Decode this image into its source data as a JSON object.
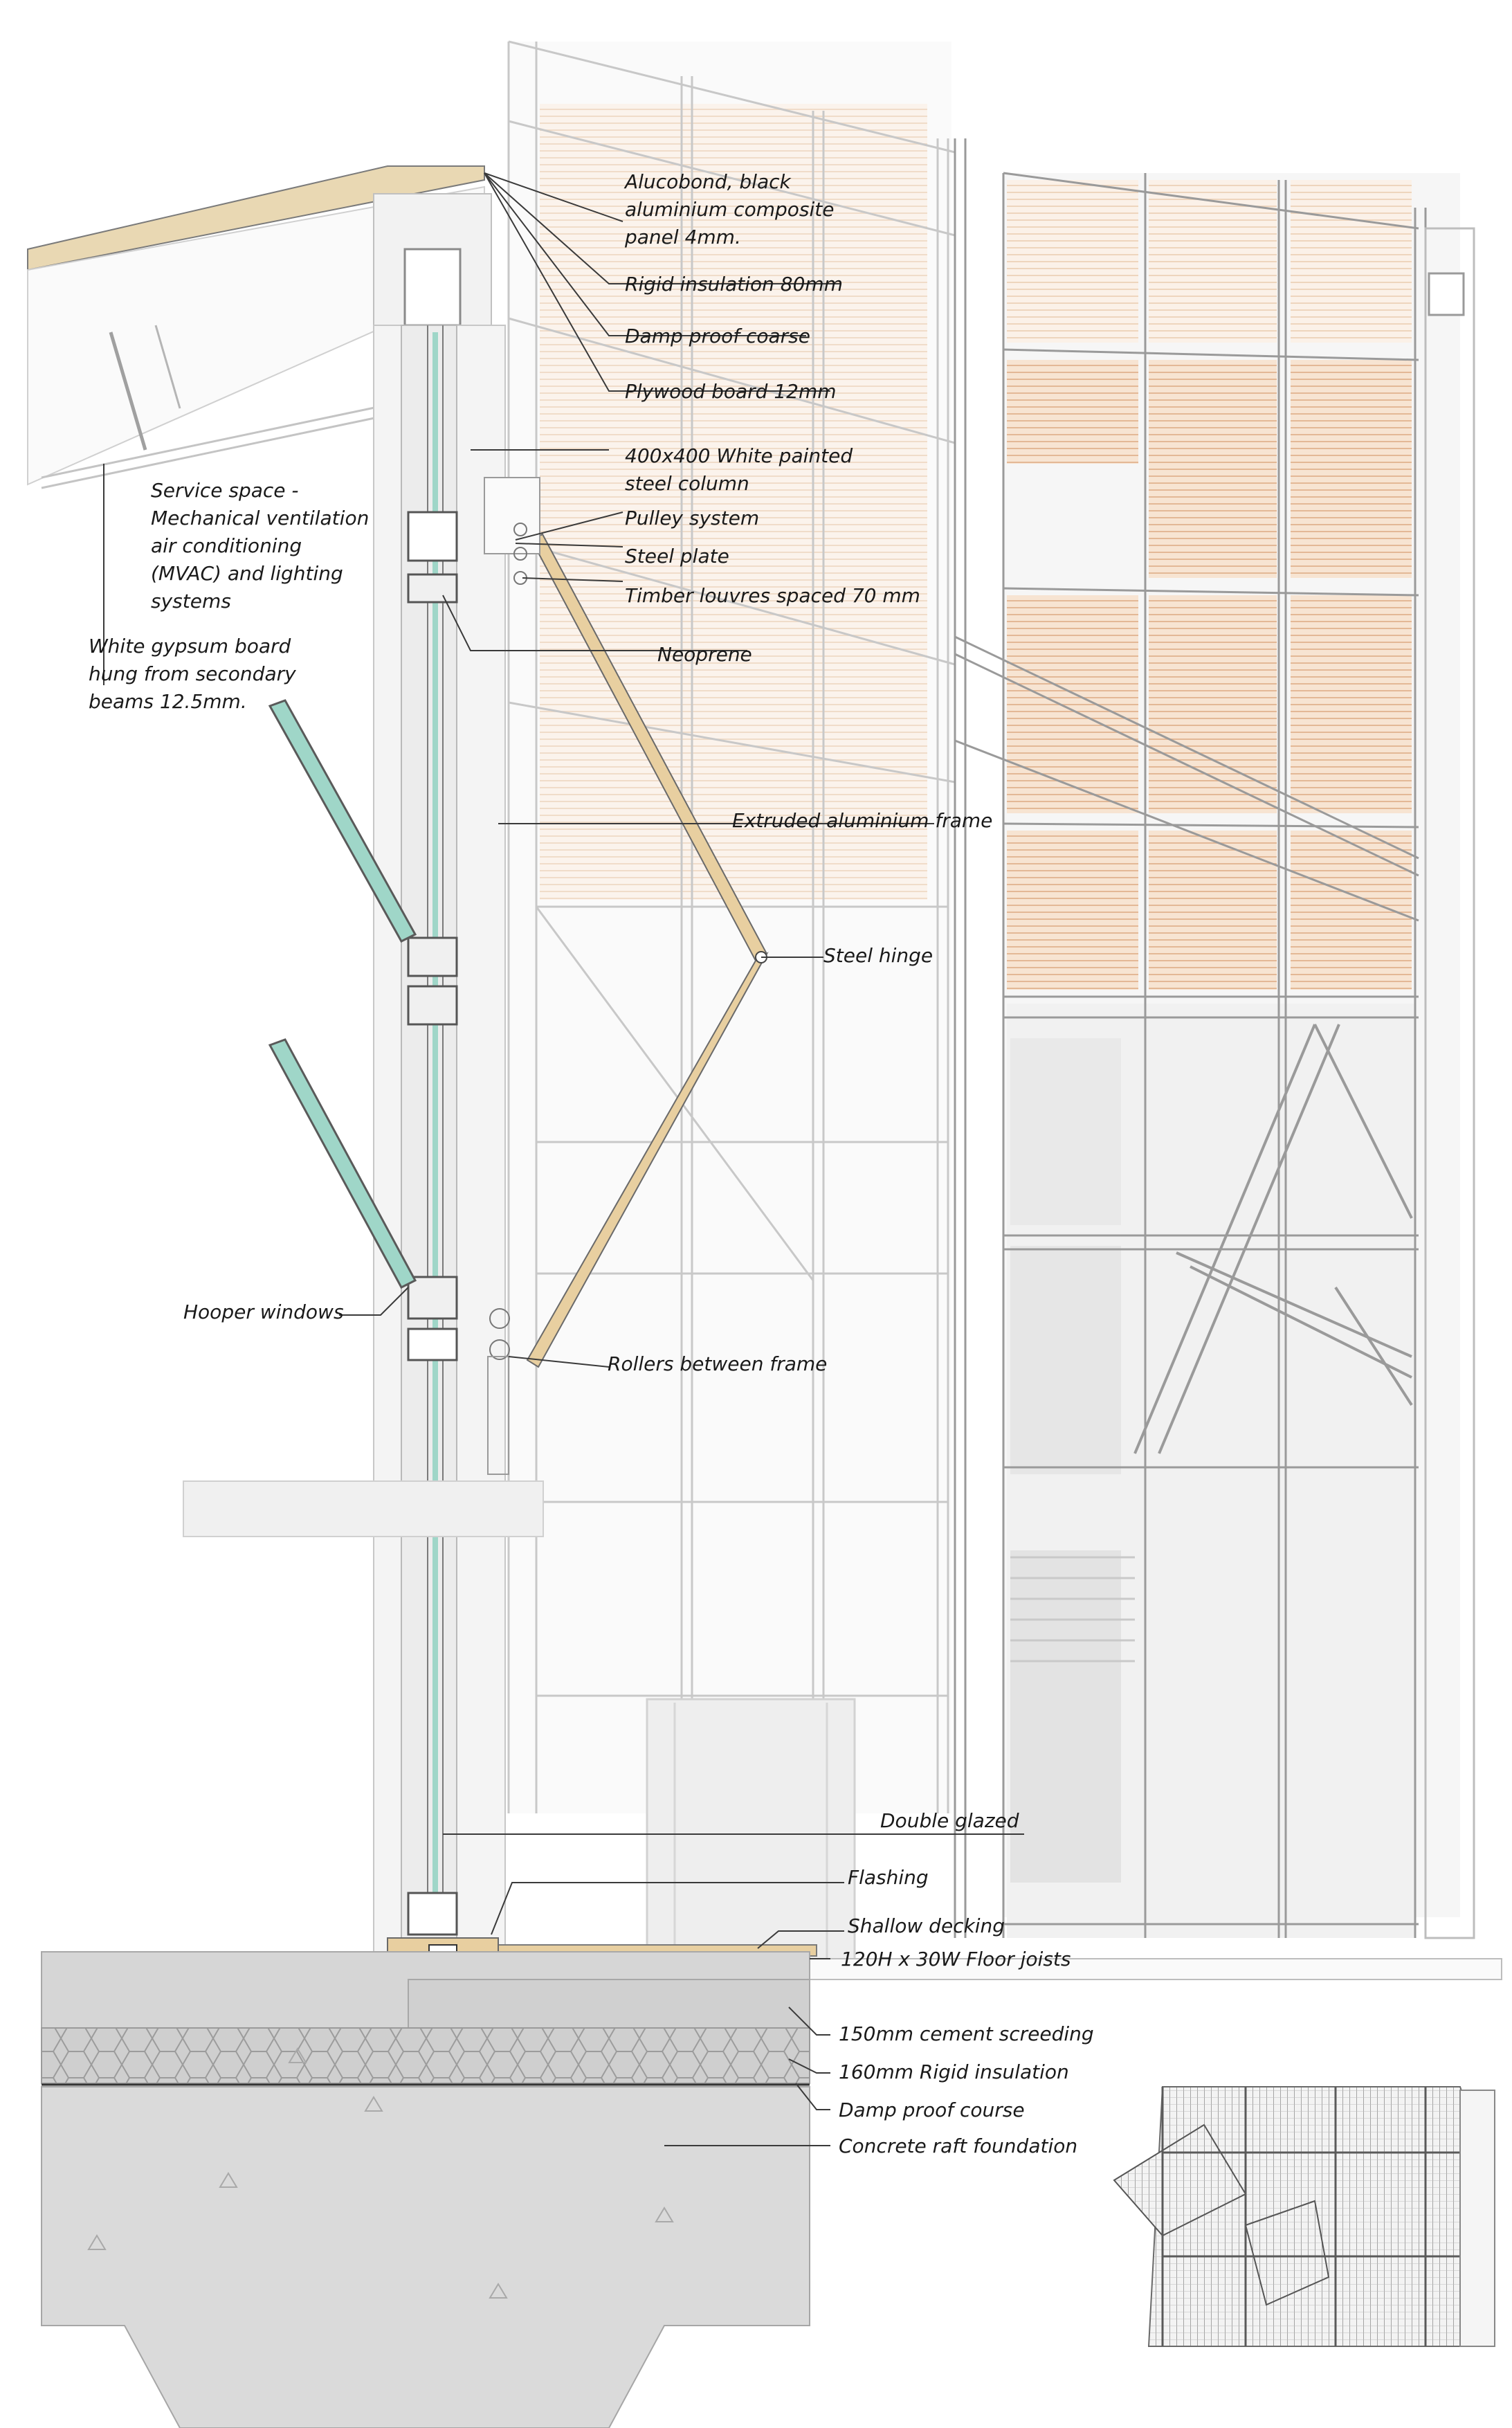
{
  "labels": {
    "alucobond": [
      "Alucobond, black",
      "aluminium composite",
      "panel 4mm."
    ],
    "rigid_insulation_roof": "Rigid insulation 80mm",
    "damp_proof_roof": "Damp proof coarse",
    "plywood": "Plywood board 12mm",
    "steel_column": [
      "400x400 White painted",
      "steel column"
    ],
    "pulley": "Pulley system",
    "steel_plate": "Steel plate",
    "timber_louvres": "Timber louvres spaced 70 mm",
    "neoprene": "Neoprene",
    "extruded_frame": "Extruded aluminium frame",
    "steel_hinge": "Steel hinge",
    "hooper": "Hooper windows",
    "rollers": "Rollers between frame",
    "service_space": [
      "Service space -",
      "Mechanical ventilation",
      "air conditioning",
      "(MVAC) and lighting",
      "systems"
    ],
    "gypsum": [
      "White gypsum board",
      "hung from secondary",
      "beams 12.5mm."
    ],
    "double_glazed": "Double glazed",
    "flashing": "Flashing",
    "shallow_decking": "Shallow decking",
    "floor_joists": "120H x 30W Floor joists",
    "screeding": "150mm cement screeding",
    "rigid_insulation_floor": "160mm Rigid insulation",
    "damp_proof_floor": "Damp proof course",
    "raft": "Concrete raft foundation"
  },
  "colors": {
    "timber": "#e8cfa0",
    "timber_louvre_tint": "#efc9a8",
    "glass": "#9fd6c8",
    "concrete": "#d9d9d9",
    "frame": "#9a9a9a"
  }
}
